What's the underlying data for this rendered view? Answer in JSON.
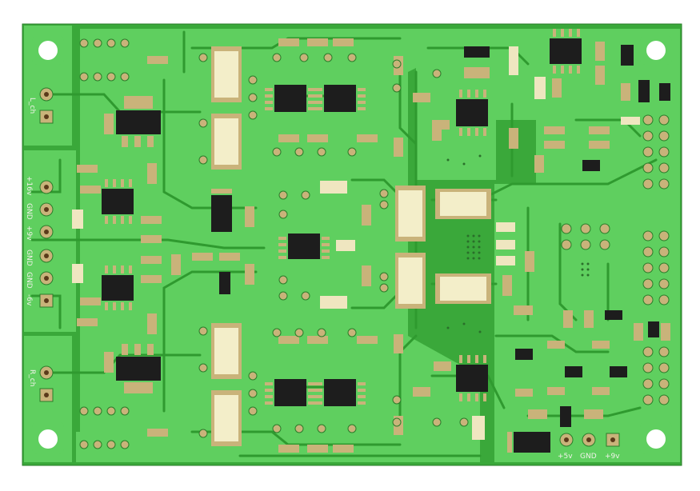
{
  "board": {
    "colors": {
      "background": "#ffffff",
      "substrate": "#3aa83a",
      "copper": "#5fcf5f",
      "trace": "#2f9a2f",
      "pad": "#c9b37a",
      "pad_light": "#efe6c0",
      "ic_body": "#1d1d1d",
      "cap_body": "#f3eec9",
      "silk": "#f2f2ea"
    },
    "connector_labels": {
      "left_top": "L_ch",
      "left_bottom": "R_ch",
      "plus16": "+16v",
      "gnd1": "GND",
      "plus9": "+9v",
      "gnd2": "GND",
      "gnd3": "GND",
      "minus6": "-6v",
      "bottom_plus5": "+5v",
      "bottom_gnd": "GND",
      "bottom_plus9": "+9v"
    },
    "icons": {
      "mounting_hole": "mounting-hole-icon",
      "ic_chip": "ic-chip-icon",
      "smd_component": "smd-component-icon",
      "through_hole_pad": "through-hole-pad-icon"
    }
  }
}
